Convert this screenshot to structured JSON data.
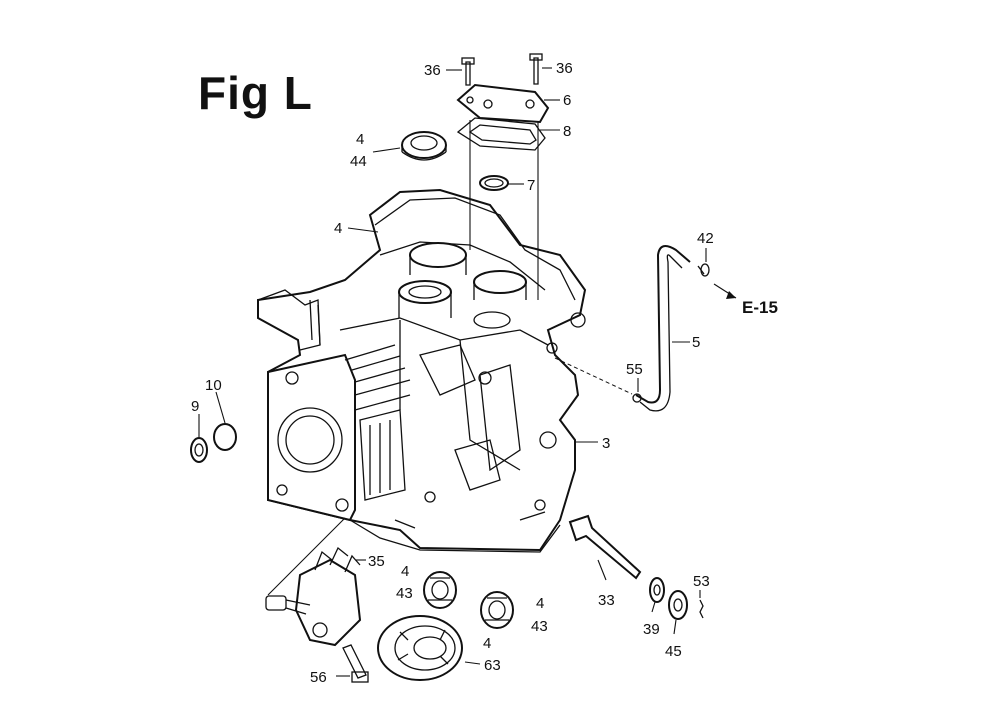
{
  "figure": {
    "title": "Fig L"
  },
  "callouts": {
    "c36a": "36",
    "c36b": "36",
    "c6": "6",
    "c8": "8",
    "c7": "7",
    "c4_top": "4",
    "c44": "44",
    "c4_case": "4",
    "c42": "42",
    "c5": "5",
    "c55": "55",
    "c3": "3",
    "c10": "10",
    "c9": "9",
    "c35": "35",
    "c4_brg1": "4",
    "c43_brg1": "43",
    "c4_brg2": "4",
    "c43_brg2": "43",
    "c4_brg3": "4",
    "c63": "63",
    "c56": "56",
    "c33": "33",
    "c39": "39",
    "c45": "45",
    "c53": "53"
  },
  "reference": {
    "label": "E-15"
  }
}
